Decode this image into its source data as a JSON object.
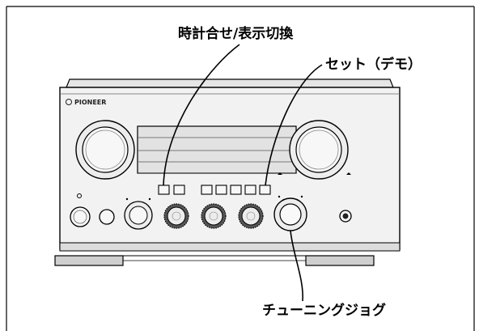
{
  "callouts": {
    "clock_set_display_switch": "時計合せ/表示切換",
    "set_demo": "セット（デモ）",
    "tuning_jog": "チューニングジョグ"
  },
  "device": {
    "brand": "PIONEER"
  }
}
